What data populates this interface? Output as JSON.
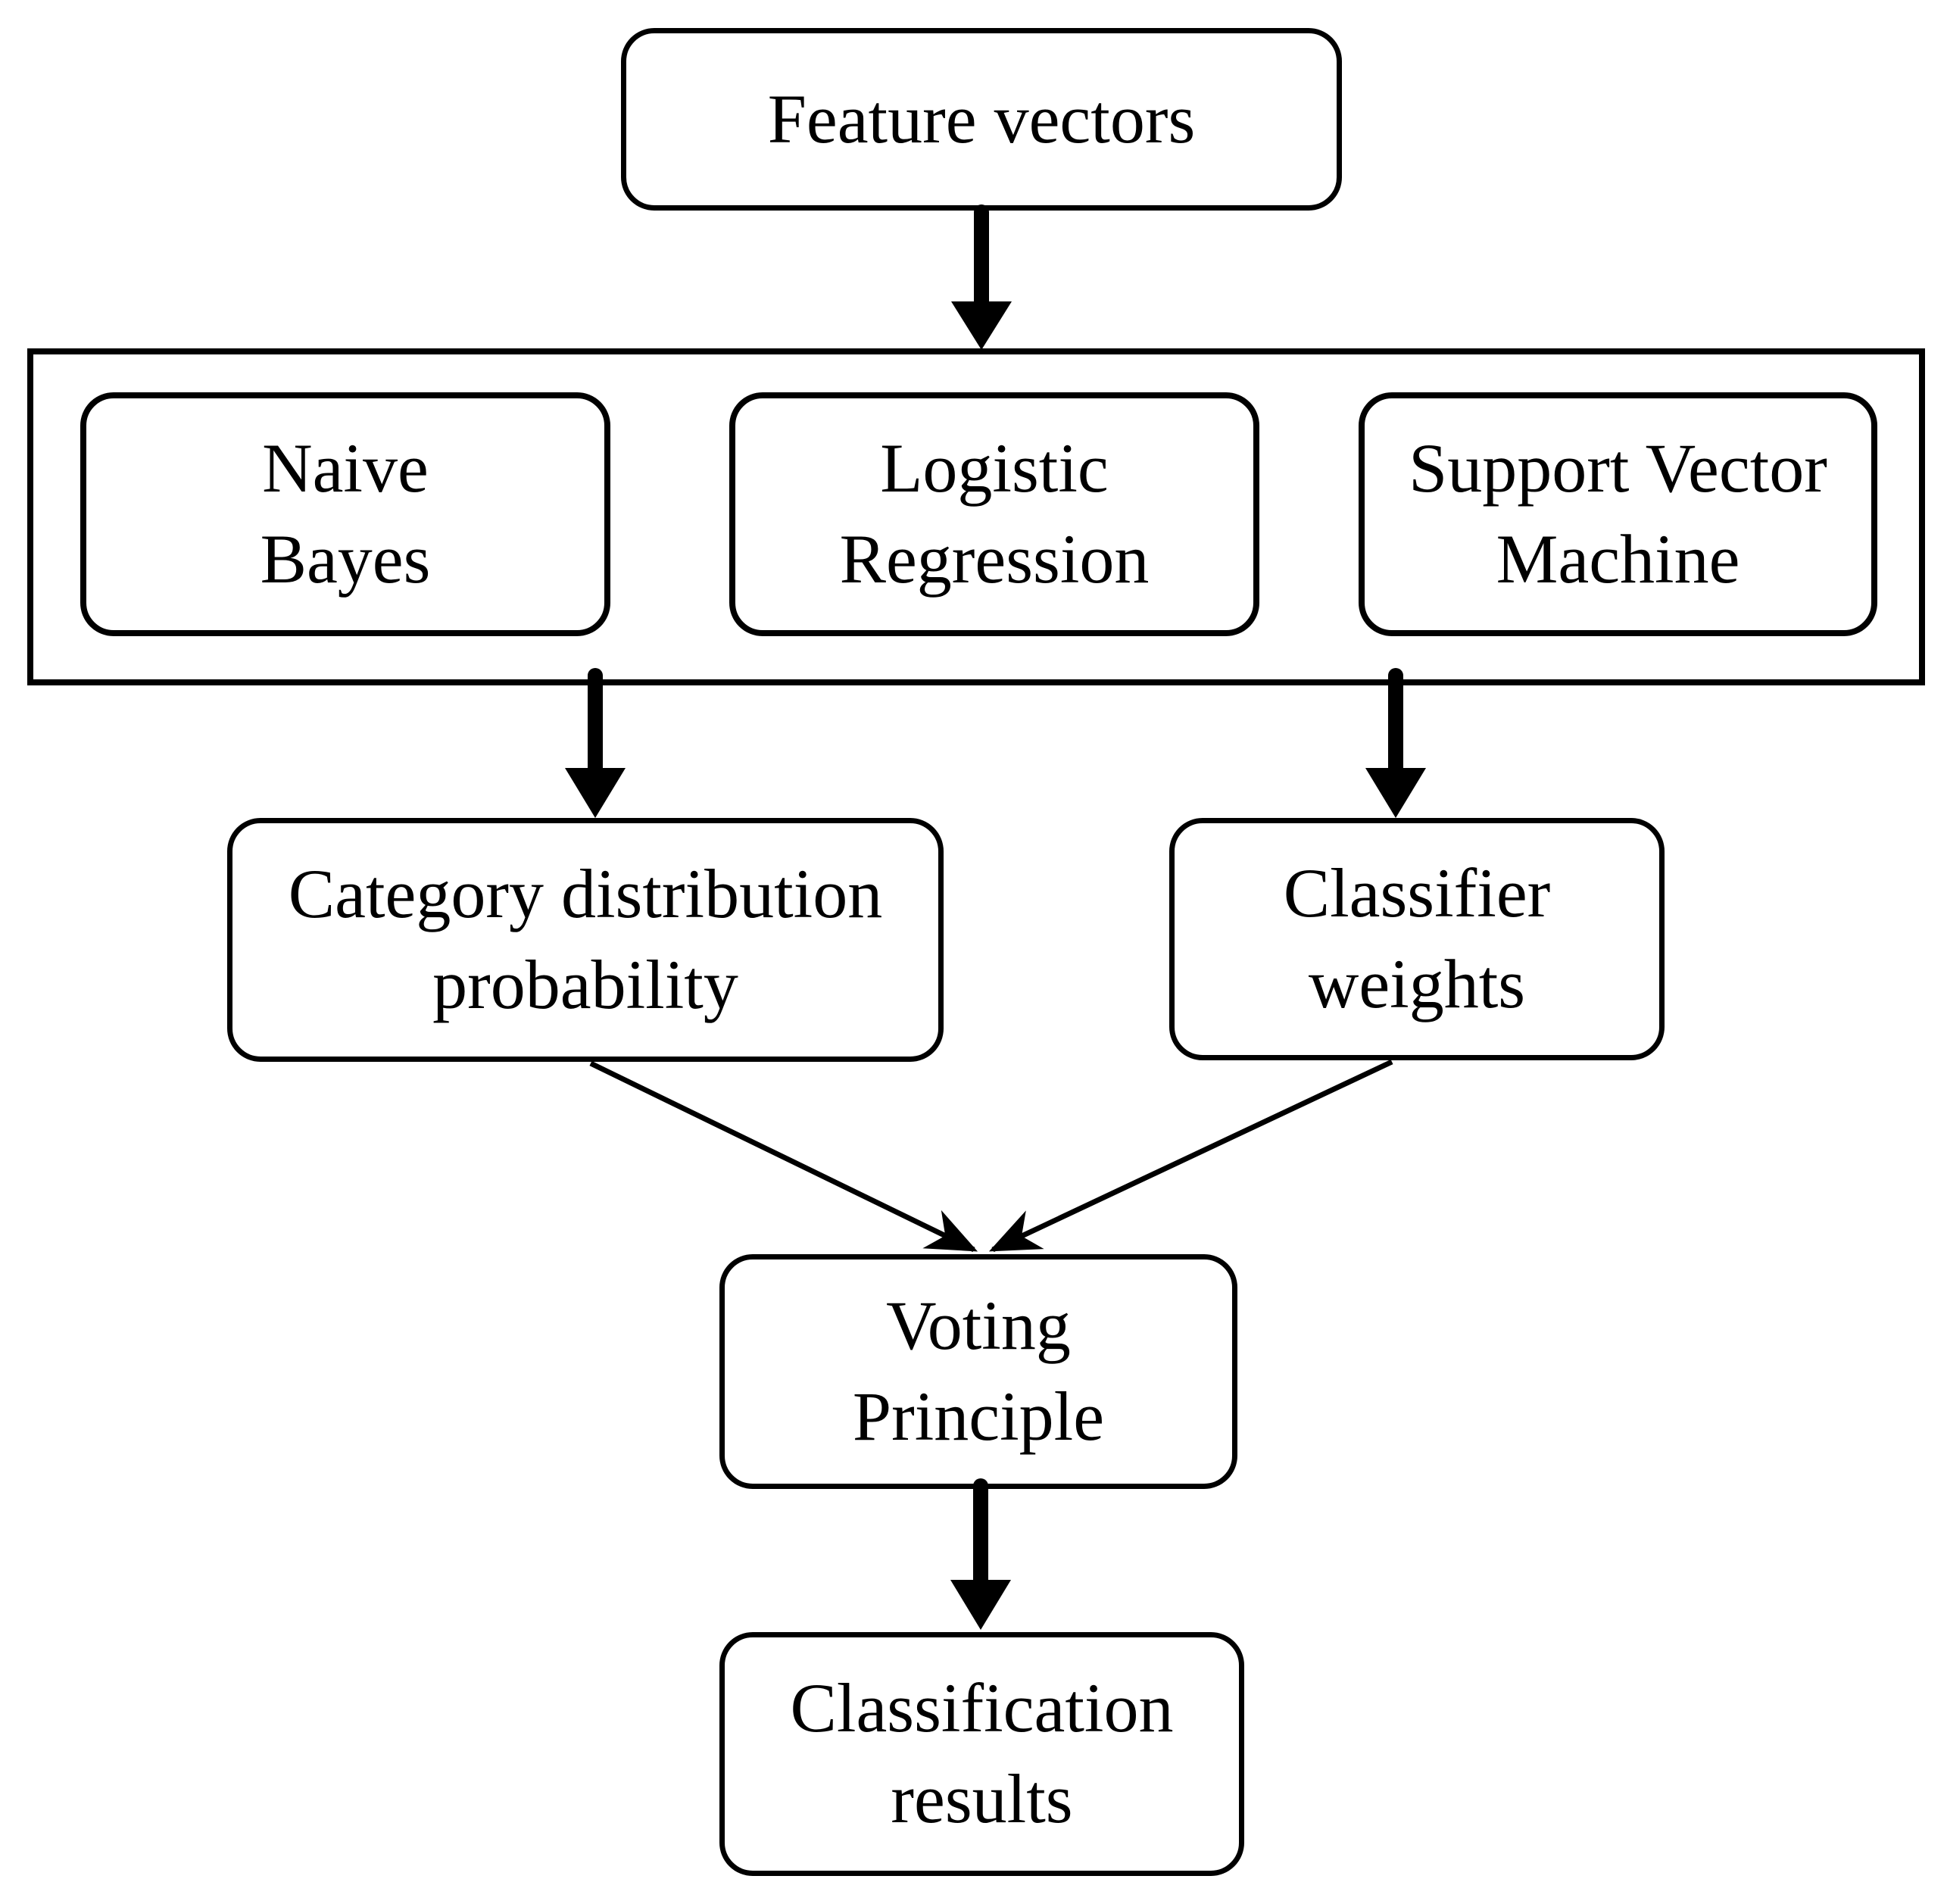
{
  "figure": {
    "type": "flowchart",
    "background_color": "#ffffff",
    "stroke_color": "#000000",
    "nodes": {
      "feature_vectors": {
        "lines": [
          "Feature vectors"
        ]
      },
      "naive_bayes": {
        "lines": [
          "Naive",
          "Bayes"
        ]
      },
      "logistic_regression": {
        "lines": [
          "Logistic",
          "Regression"
        ]
      },
      "support_vector_machine": {
        "lines": [
          "Support Vector",
          "Machine"
        ]
      },
      "category_distribution_probability": {
        "lines": [
          "Category distribution",
          "probability"
        ]
      },
      "classifier_weights": {
        "lines": [
          "Classifier",
          "weights"
        ]
      },
      "voting_principle": {
        "lines": [
          "Voting",
          "Principle"
        ]
      },
      "classification_results": {
        "lines": [
          "Classification",
          "results"
        ]
      }
    },
    "edges": [
      {
        "from": "feature_vectors",
        "to": "classifier_group",
        "style": "thick-arrow"
      },
      {
        "from": "classifier_group",
        "to": "category_distribution_probability",
        "style": "thick-arrow"
      },
      {
        "from": "classifier_group",
        "to": "classifier_weights",
        "style": "thick-arrow"
      },
      {
        "from": "category_distribution_probability",
        "to": "voting_principle",
        "style": "thin-arrow"
      },
      {
        "from": "classifier_weights",
        "to": "voting_principle",
        "style": "thin-arrow"
      },
      {
        "from": "voting_principle",
        "to": "classification_results",
        "style": "thick-arrow"
      }
    ]
  }
}
